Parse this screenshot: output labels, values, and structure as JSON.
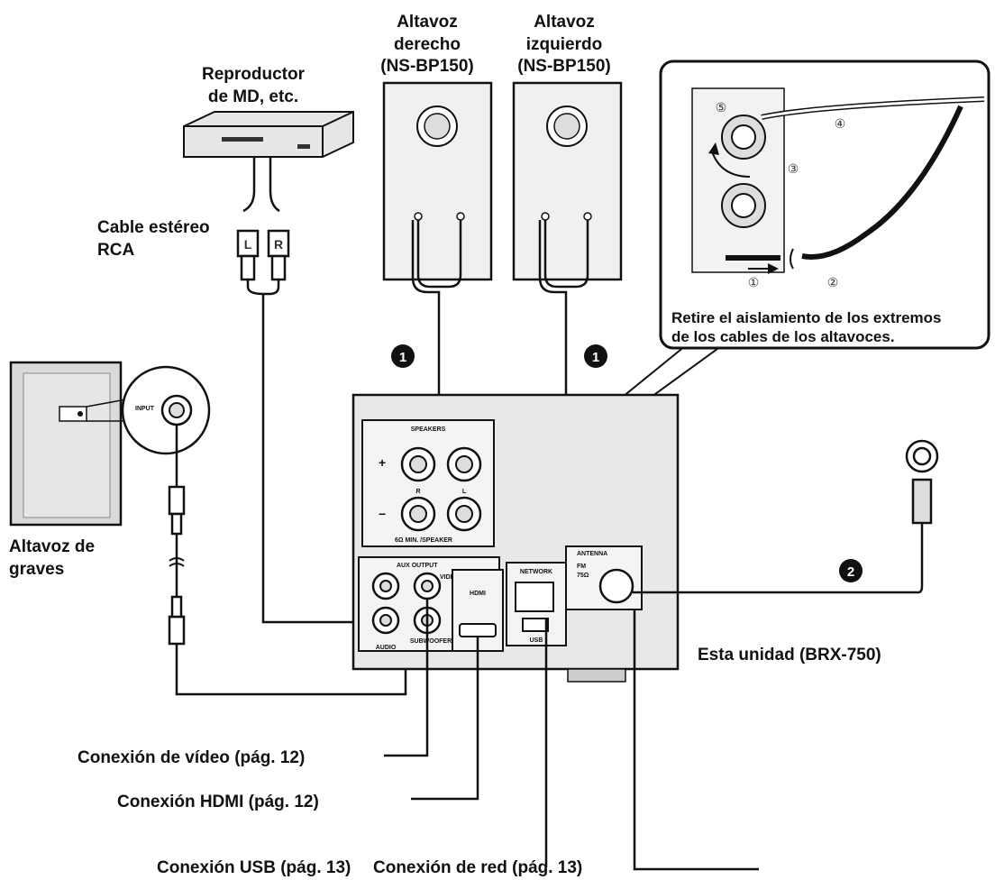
{
  "labels": {
    "speaker_right": [
      "Altavoz",
      "derecho",
      "(NS-BP150)"
    ],
    "speaker_left": [
      "Altavoz",
      "izquierdo",
      "(NS-BP150)"
    ],
    "md_player": [
      "Reproductor",
      "de MD, etc."
    ],
    "rca_cable": [
      "Cable estéreo",
      "RCA"
    ],
    "subwoofer": [
      "Altavoz de",
      "graves"
    ],
    "unit": "Esta unidad (BRX-750)",
    "video_conn": "Conexión de vídeo (pág. 12)",
    "hdmi_conn": "Conexión HDMI (pág. 12)",
    "usb_conn": "Conexión USB (pág. 13)",
    "network_conn": "Conexión de red (pág. 13)"
  },
  "callout": {
    "text": [
      "Retire el aislamiento de los extremos",
      "de los cables de los altavoces."
    ],
    "steps": [
      "①",
      "②",
      "③",
      "④",
      "⑤"
    ]
  },
  "badges": [
    "1",
    "1",
    "2"
  ],
  "panel": {
    "speakers": "SPEAKERS",
    "speaker_spec": "6Ω MIN. /SPEAKER",
    "plus": "+",
    "minus": "−",
    "r": "R",
    "l": "L",
    "aux_output": "AUX OUTPUT",
    "audio": "AUDIO",
    "video": "VIDEO",
    "subwoofer": "SUBWOOFER",
    "hdmi": "HDMI",
    "network": "NETWORK",
    "usb": "USB",
    "antenna": "ANTENNA",
    "fm": "FM",
    "ohm": "75Ω",
    "input": "INPUT",
    "plug_l": "L",
    "plug_r": "R"
  },
  "colors": {
    "line": "#111111",
    "panel": "#e9e9e9",
    "panel_dark": "#cfcfcf",
    "badge": "#111111"
  }
}
